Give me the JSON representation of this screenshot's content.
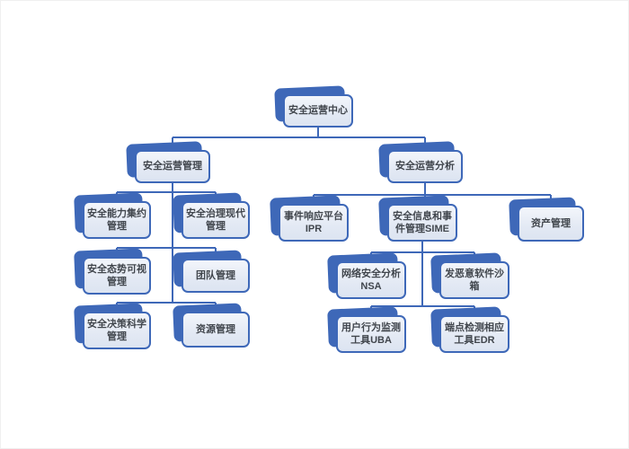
{
  "diagram": {
    "type": "org-chart",
    "theme": {
      "accent_color": "#3E68B8",
      "card_fill": "#E7EDF7",
      "connector_color": "#3E68B8",
      "text_color": "#41464D"
    },
    "nodes": {
      "root": "安全运营中心",
      "mgmt": "安全运营管理",
      "analysis": "安全运营分析",
      "capability": "安全能力集约\n管理",
      "governance": "安全治理现代\n管理",
      "posture": "安全态势可视\n管理",
      "team": "团队管理",
      "decision": "安全决策科学\n管理",
      "resource": "资源管理",
      "ipr": "事件响应平台\nIPR",
      "siem": "安全信息和事\n件管理SIME",
      "asset": "资产管理",
      "nsa": "网络安全分析\nNSA",
      "sandbox": "发恶意软件沙\n箱",
      "uba": "用户行为监测\n工具UBA",
      "edr": "端点检测相应\n工具EDR"
    },
    "hierarchy": {
      "root": "安全运营中心",
      "children": [
        {
          "label": "安全运营管理",
          "children": [
            "安全能力集约管理",
            "安全治理现代管理",
            "安全态势可视管理",
            "团队管理",
            "安全决策科学管理",
            "资源管理"
          ]
        },
        {
          "label": "安全运营分析",
          "children": [
            {
              "label": "事件响应平台IPR"
            },
            {
              "label": "安全信息和事件管理SIME",
              "children": [
                "网络安全分析NSA",
                "发恶意软件沙箱",
                "用户行为监测工具UBA",
                "端点检测相应工具EDR"
              ]
            },
            {
              "label": "资产管理"
            }
          ]
        }
      ]
    }
  }
}
